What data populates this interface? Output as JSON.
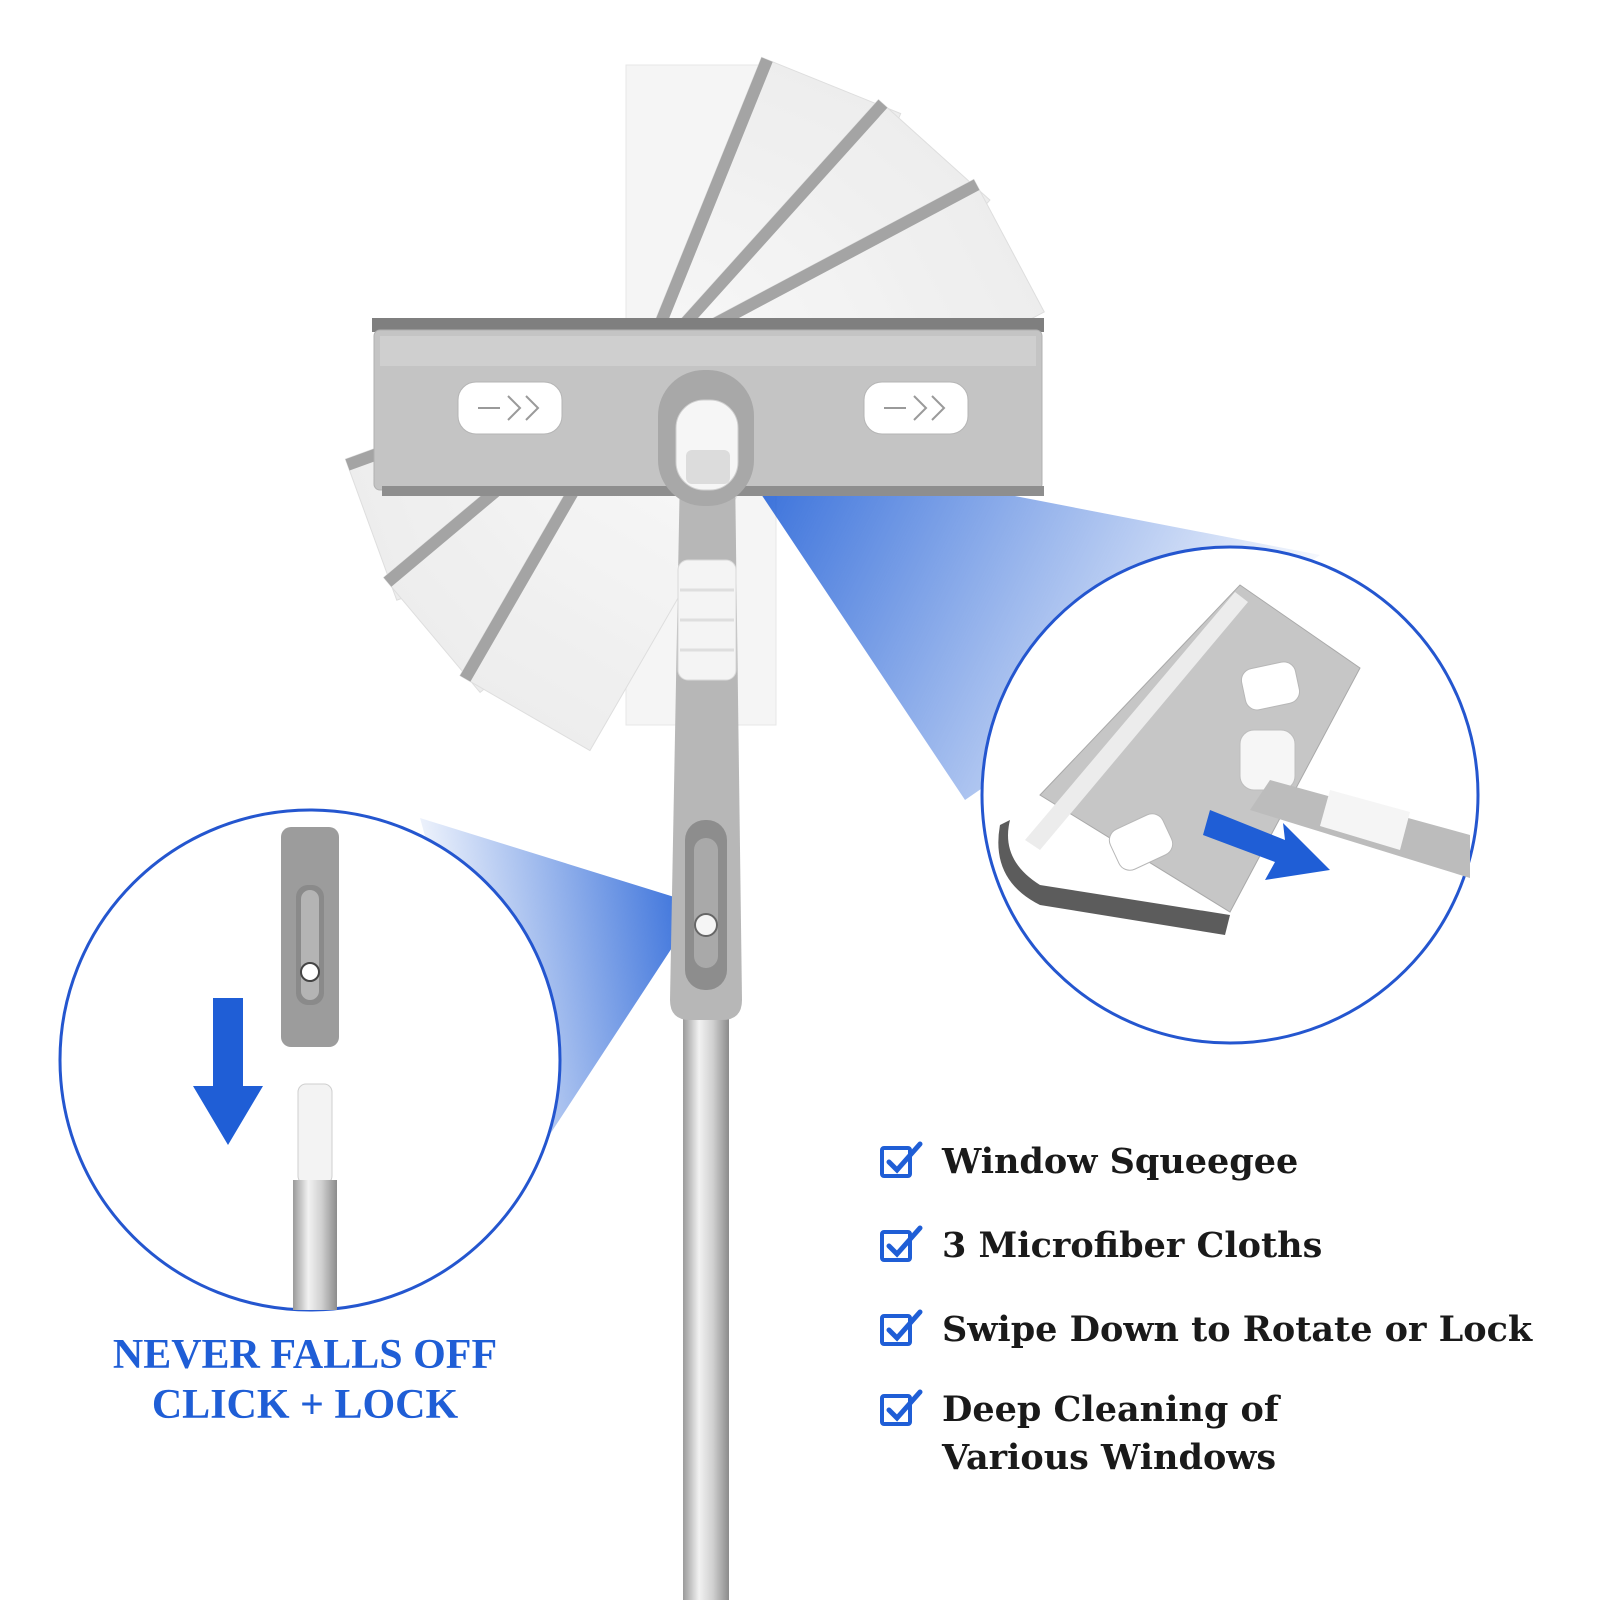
{
  "tagline": {
    "line1": "NEVER FALLS OFF",
    "line2": "CLICK + LOCK"
  },
  "features": [
    {
      "label": "Window Squeegee",
      "icon": "checkbox-check-icon"
    },
    {
      "label": "3 Microfiber Cloths",
      "icon": "checkbox-check-icon"
    },
    {
      "label": "Swipe Down to Rotate or Lock",
      "icon": "checkbox-check-icon"
    },
    {
      "label_line1": "Deep Cleaning of",
      "label_line2": "Various Windows",
      "icon": "checkbox-check-icon"
    }
  ],
  "colors": {
    "accent_blue": "#1f5ed6",
    "frame_gray": "#c4c4c4",
    "pole_silver": "#d9d9d9",
    "text_dark": "#1a1a1a"
  }
}
